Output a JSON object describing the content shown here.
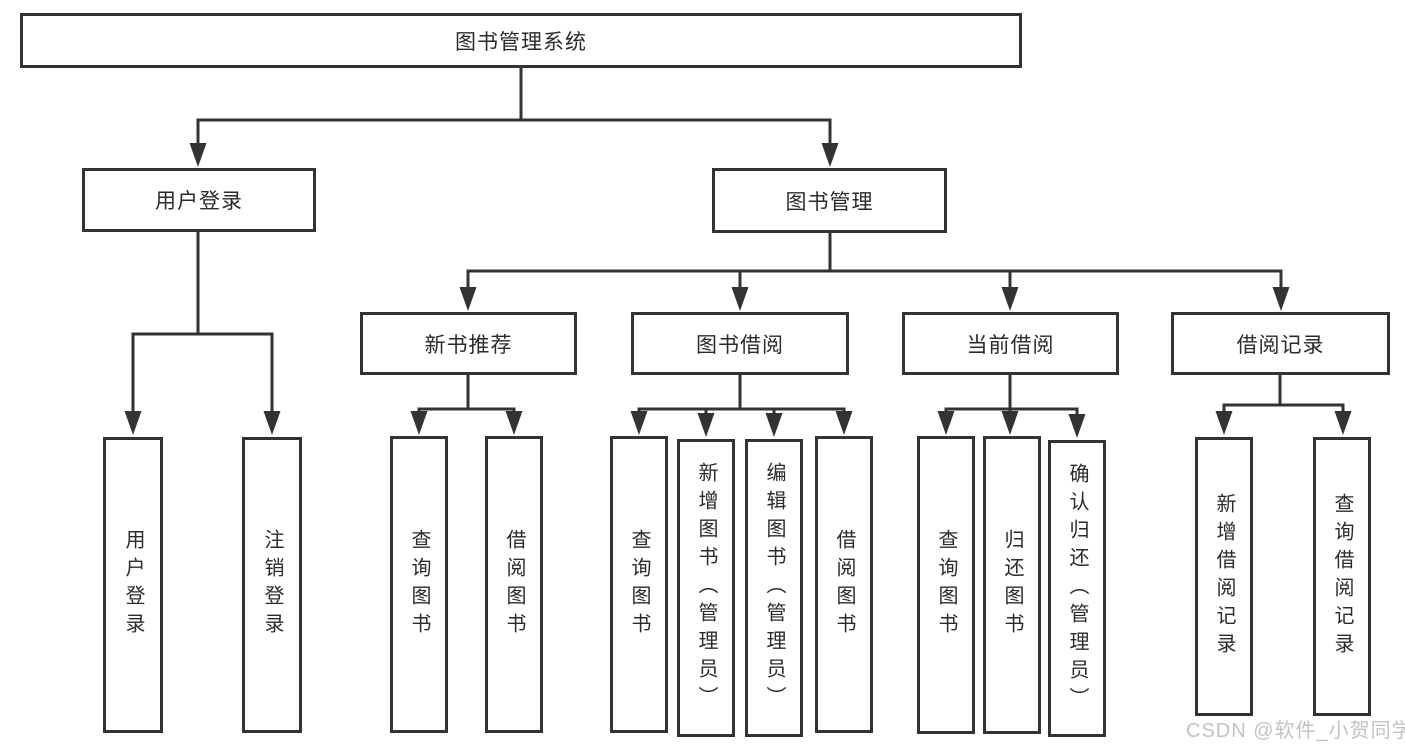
{
  "diagram": {
    "root": {
      "label": "图书管理系统"
    },
    "level2": [
      {
        "label": "用户登录"
      },
      {
        "label": "图书管理"
      }
    ],
    "level3": [
      {
        "label": "新书推荐"
      },
      {
        "label": "图书借阅"
      },
      {
        "label": "当前借阅"
      },
      {
        "label": "借阅记录"
      }
    ],
    "leaves": {
      "user_login": [
        "用户登录",
        "注销登录"
      ],
      "new_book_recommend": [
        "查询图书",
        "借阅图书"
      ],
      "book_borrowing": [
        "查询图书",
        "新增图书（管理员）",
        "编辑图书（管理员）",
        "借阅图书"
      ],
      "current_borrowing": [
        "查询图书",
        "归还图书",
        "确认归还（管理员）"
      ],
      "borrowing_records": [
        "新增借阅记录",
        "查询借阅记录"
      ]
    }
  },
  "watermark": {
    "text": "CSDN @软件_小贺同学"
  },
  "colors": {
    "line": "#333333",
    "text": "#2b2b2b",
    "box_background": "#ffffff",
    "watermark_text": "#bfc3c8"
  }
}
